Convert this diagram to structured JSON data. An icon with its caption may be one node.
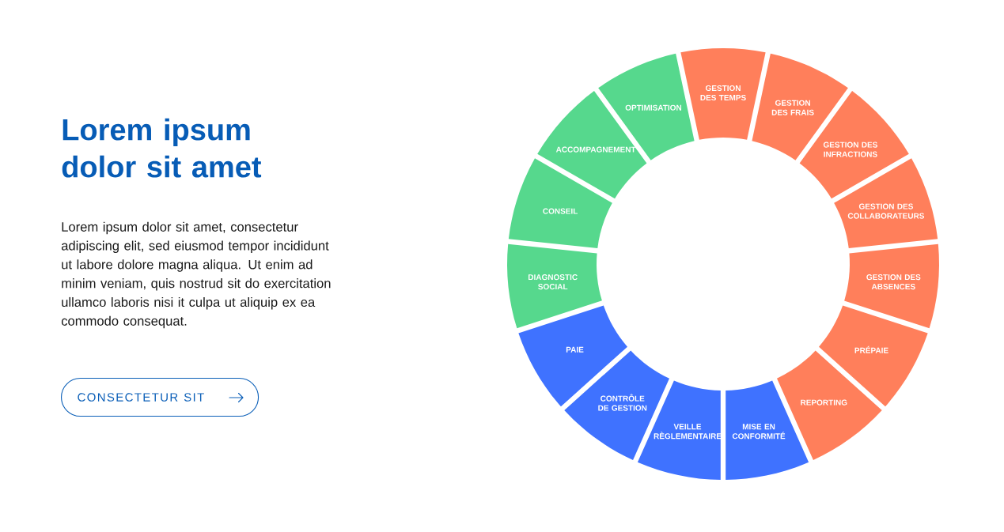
{
  "diagram": {
    "title": "Lorem ipsum dolor sit amet",
    "nodes": [
      {
        "text": [
          "CONSECTETUR SIT"
        ]
      },
      {
        "text": [
          "GESTION DES TEMPS"
        ]
      },
      {
        "text": [
          "GESTION DES FRAIS"
        ]
      },
      {
        "text": [
          "GESTION DES INFRACTIONS"
        ]
      },
      {
        "text": [
          "GESTION DES COLLABORATEURS"
        ]
      },
      {
        "text": [
          "GESTION DES ABSENCES"
        ]
      },
      {
        "text": [
          "PRÉPAIE"
        ]
      },
      {
        "text": [
          "REPORTING"
        ]
      },
      {
        "text": [
          "MISE EN CONFORMITÉ"
        ]
      },
      {
        "text": [
          "VEILLE RÈGLEMENTAIRE"
        ]
      },
      {
        "text": [
          "CONTRÔLE DE GESTION"
        ]
      },
      {
        "text": [
          "PAIE"
        ]
      },
      {
        "text": [
          "DIAGNOSTIC SOCIAL"
        ]
      },
      {
        "text": [
          "CONSEIL"
        ]
      },
      {
        "text": [
          "ACCOMPAGNEMENT"
        ]
      },
      {
        "text": [
          "OPTIMISATION"
        ]
      }
    ],
    "labels": [
      "Lorem ipsum dolor sit amet, consectetur adipiscing elit, sed eiusmod tempor incididunt ut labore dolore magna aliqua. Ut enim ad minim veniam, quis nostrud sit do exercitation ullamco laboris nisi it culpa ut aliquip ex ea commodo consequat."
    ]
  }
}
